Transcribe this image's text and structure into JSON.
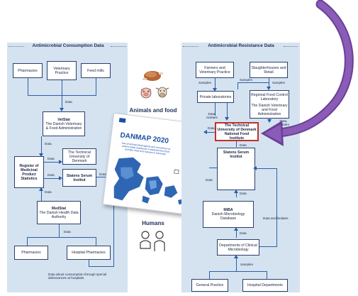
{
  "consumption": {
    "title": "Antimicrobial Consumption Data",
    "pharmacies": "Pharmacies",
    "vet_practice": "Veterinary Practice",
    "feed_mills": "Feed mills",
    "data1": "Data",
    "vetstat_name": "VetStat",
    "vetstat_org": "The Danish Veterinary & Food Administration",
    "data2": "Data",
    "register": "Register of Medicinal Product Statistics",
    "technical_uni": "The Technical University of Denmark",
    "statens": "Statens Serum Institut",
    "data3": "Data",
    "data4": "Data",
    "data5": "Data",
    "medstat_name": "MedStat",
    "medstat_org": "The Danish Health Data Authority",
    "data6": "Data",
    "pharmacies_bottom": "Pharmacies",
    "hospital_pharmacies": "Hospital Pharmacies",
    "footnote": "Data about consumption through special deliverances at hospitals"
  },
  "center": {
    "animals_label": "Animals and food",
    "humans_label": "Humans",
    "cover_title": "DANMAP 2020",
    "cover_subtitle": "Use of antimicrobial agents and occurrence of antimicrobial resistance in bacteria from food animals, food and humans in Denmark"
  },
  "resistance": {
    "title": "Antimicrobial Resistance Data",
    "farmers": "Farmers and Veterinary Practice",
    "slaughterhouses": "Slaughterhouses and Retail",
    "samples1": "Samples",
    "samples2": "Samples",
    "samples3": "Samples",
    "private_labs": "Private laboratories",
    "regional_lab": "Regional Food Control Laboratory",
    "vet_food_admin": "The Danish Veterinary and Food Administration",
    "data_isolates1": "Data, isolates",
    "data_isolates2": "Data, isolates",
    "dtu_name": "The Technical University of Denmark",
    "dtu_inst": "National Food Institute",
    "data_left": "Data",
    "data_r1": "Data",
    "statens": "Statens Serum Institut",
    "data_r2": "Data",
    "miba_name": "MiBA",
    "miba_desc": "Danish Microbiology Database",
    "data_r3": "Data",
    "data_and_isolates": "Data and isolates",
    "dept_clinical": "Departments of Clinical Microbiology",
    "samples_bottom": "Samples",
    "general_practice": "General Practice",
    "hospital_depts": "Hospital Departments"
  },
  "colors": {
    "panel": "#d5e3f1",
    "line": "#2b5fa8",
    "highlight_border": "#c0302c",
    "curved_arrow": "#6a3f96"
  }
}
